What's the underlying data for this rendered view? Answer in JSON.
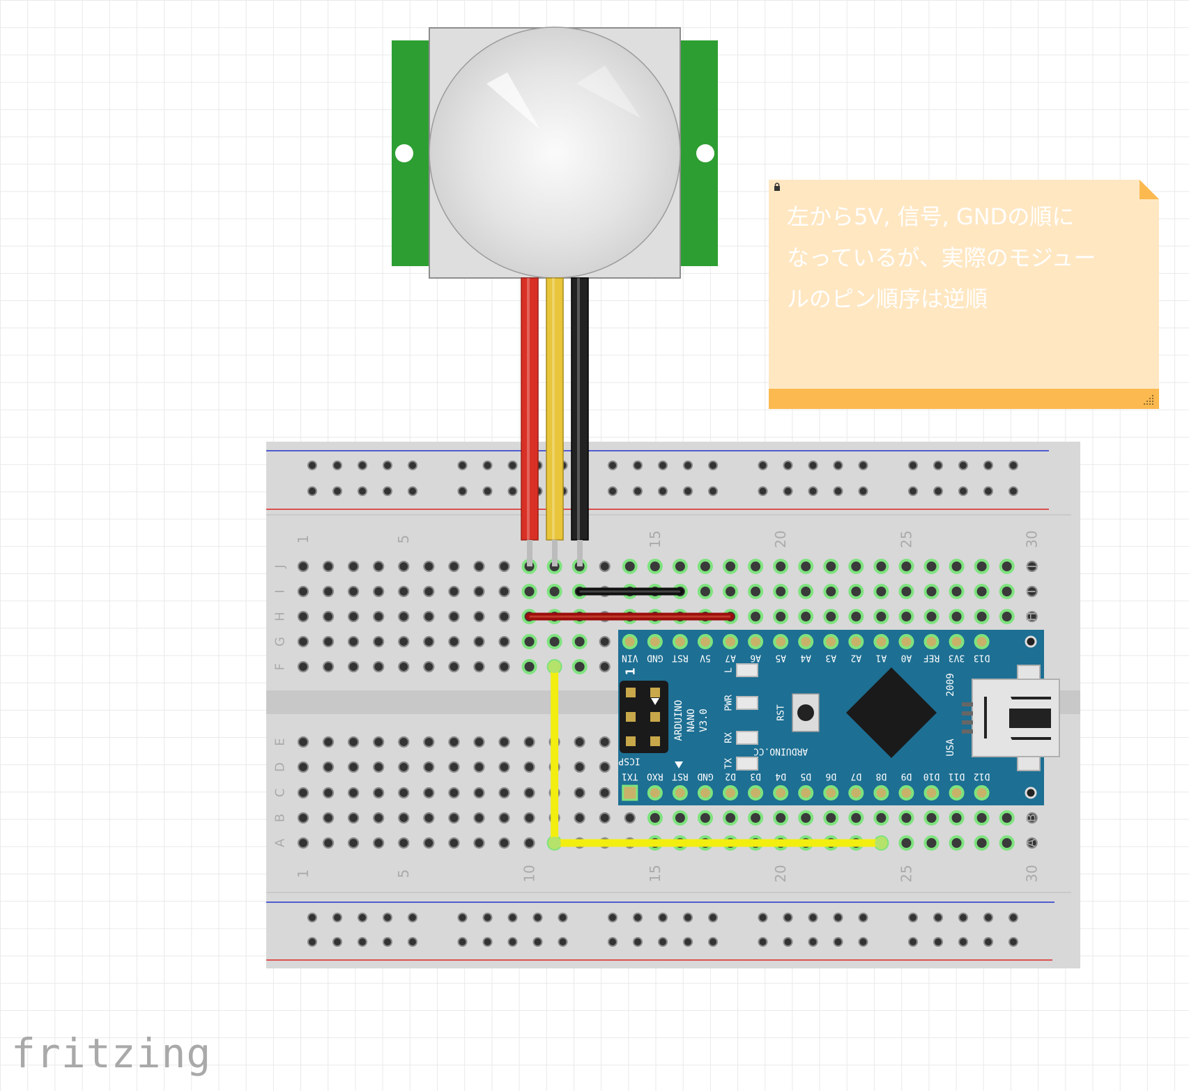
{
  "note": {
    "lines": [
      "左から5V, 信号, GNDの順に",
      "なっているが、実際のモジュー",
      "ルのピン順序は逆順"
    ]
  },
  "brand": "fritzing",
  "breadboard": {
    "row_letters": [
      "J",
      "I",
      "H",
      "G",
      "F",
      "E",
      "D",
      "C",
      "B",
      "A"
    ],
    "column_numbers": [
      "1",
      "5",
      "10",
      "15",
      "20",
      "25",
      "30"
    ]
  },
  "arduino": {
    "top_pins": [
      "VIN",
      "GND",
      "RST",
      "5V",
      "A7",
      "A6",
      "A5",
      "A4",
      "A3",
      "A2",
      "A1",
      "A0",
      "REF",
      "3V3",
      "D13"
    ],
    "bottom_pins": [
      "TX1",
      "RXO",
      "RST",
      "GND",
      "D2",
      "D3",
      "D4",
      "D5",
      "D6",
      "D7",
      "D8",
      "D9",
      "D10",
      "D11",
      "D12"
    ],
    "leds": [
      "L",
      "PWR",
      "RX",
      "TX"
    ],
    "reset_label": "RST",
    "model": [
      "ARDUINO",
      "NANO",
      "V3.0"
    ],
    "icsp_label": "ICSP",
    "icsp_pin1": "1",
    "site": "ARDUINO.CC",
    "year": "2009",
    "country": "USA"
  },
  "colors": {
    "wire_red": "#d93025",
    "wire_yellow": "#e8c53a",
    "wire_black": "#222222",
    "jumper_yellow": "#f2ee10",
    "board_blue": "#1d6f93",
    "pcb_green": "#2d9e32",
    "note_orange": "#fbb94f"
  }
}
